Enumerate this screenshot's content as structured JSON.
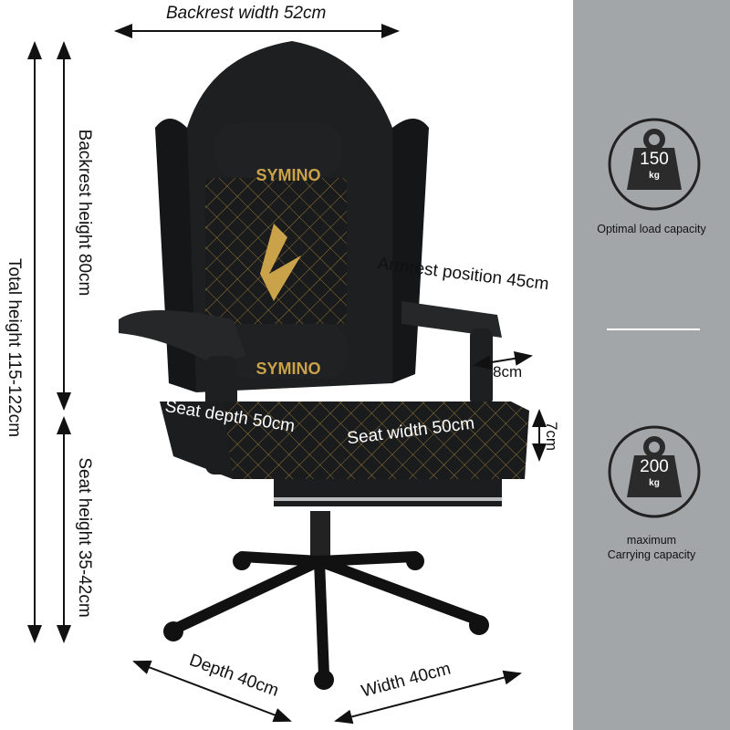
{
  "dimensions": {
    "backrest_width": "Backrest width 52cm",
    "total_height": "Total height 115-122cm",
    "backrest_height": "Backrest height 80cm",
    "seat_height": "Seat height 35-42cm",
    "armrest_position": "Armrest position 45cm",
    "armrest_offset": "8cm",
    "seat_thickness": "7cm",
    "seat_depth": "Seat depth 50cm",
    "seat_width": "Seat width 50cm",
    "depth": "Depth 40cm",
    "width": "Width 40cm"
  },
  "brand": {
    "logo_text": "SYMINO",
    "accent": "#c9a24a"
  },
  "capacity": {
    "optimal": {
      "value": "150",
      "unit": "kg",
      "caption": "Optimal load capacity",
      "icon": "weight-icon"
    },
    "maximum": {
      "value": "200",
      "unit": "kg",
      "caption_line1": "maximum",
      "caption_line2": "Carrying capacity",
      "icon": "weight-icon"
    }
  },
  "colors": {
    "panel": "#a3a6a9",
    "chair": "#1c1d1e"
  }
}
